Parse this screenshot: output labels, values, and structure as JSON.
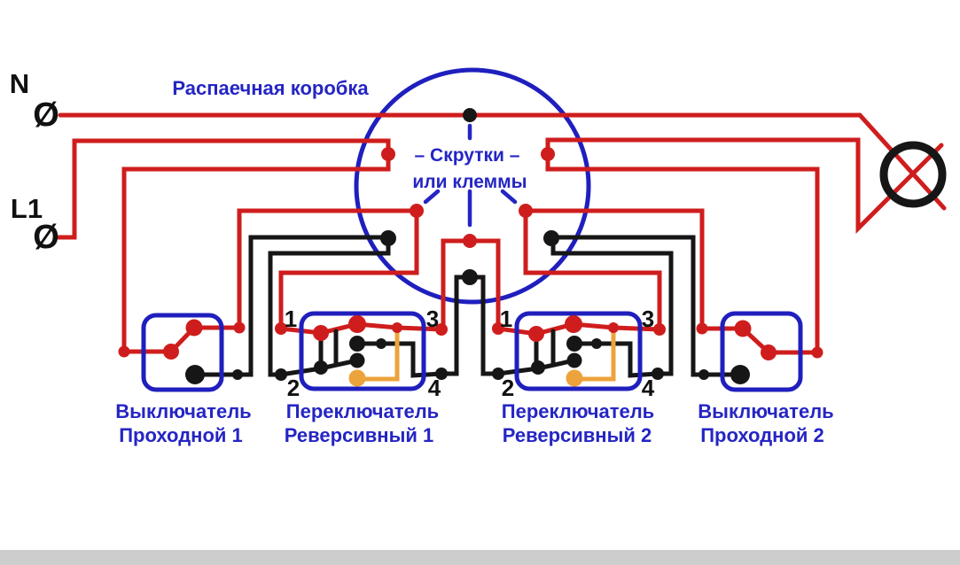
{
  "header": {
    "title": "Распаечная коробка"
  },
  "source_terminals": {
    "neutral_label": "N",
    "phase_label": "L1",
    "terminal_symbol": "Ø"
  },
  "junction_box": {
    "note_line1": "– Скрутки –",
    "note_line2": "или клеммы"
  },
  "switches": [
    {
      "name": "Выключатель",
      "variant": "Проходной 1"
    },
    {
      "name": "Переключатель",
      "variant": "Реверсивный 1",
      "t1": "1",
      "t2": "2",
      "t3": "3",
      "t4": "4"
    },
    {
      "name": "Переключатель",
      "variant": "Реверсивный 2",
      "t1": "1",
      "t2": "2",
      "t3": "3",
      "t4": "4"
    },
    {
      "name": "Выключатель",
      "variant": "Проходной 2"
    }
  ],
  "colors": {
    "wire_phase_red": "#cf1d1d",
    "wire_switched_black": "#161616",
    "wire_link_orange": "#eda33c",
    "accent_blue": "#1f1fbe",
    "text_blue": "#2525c4",
    "background": "#ffffff"
  }
}
